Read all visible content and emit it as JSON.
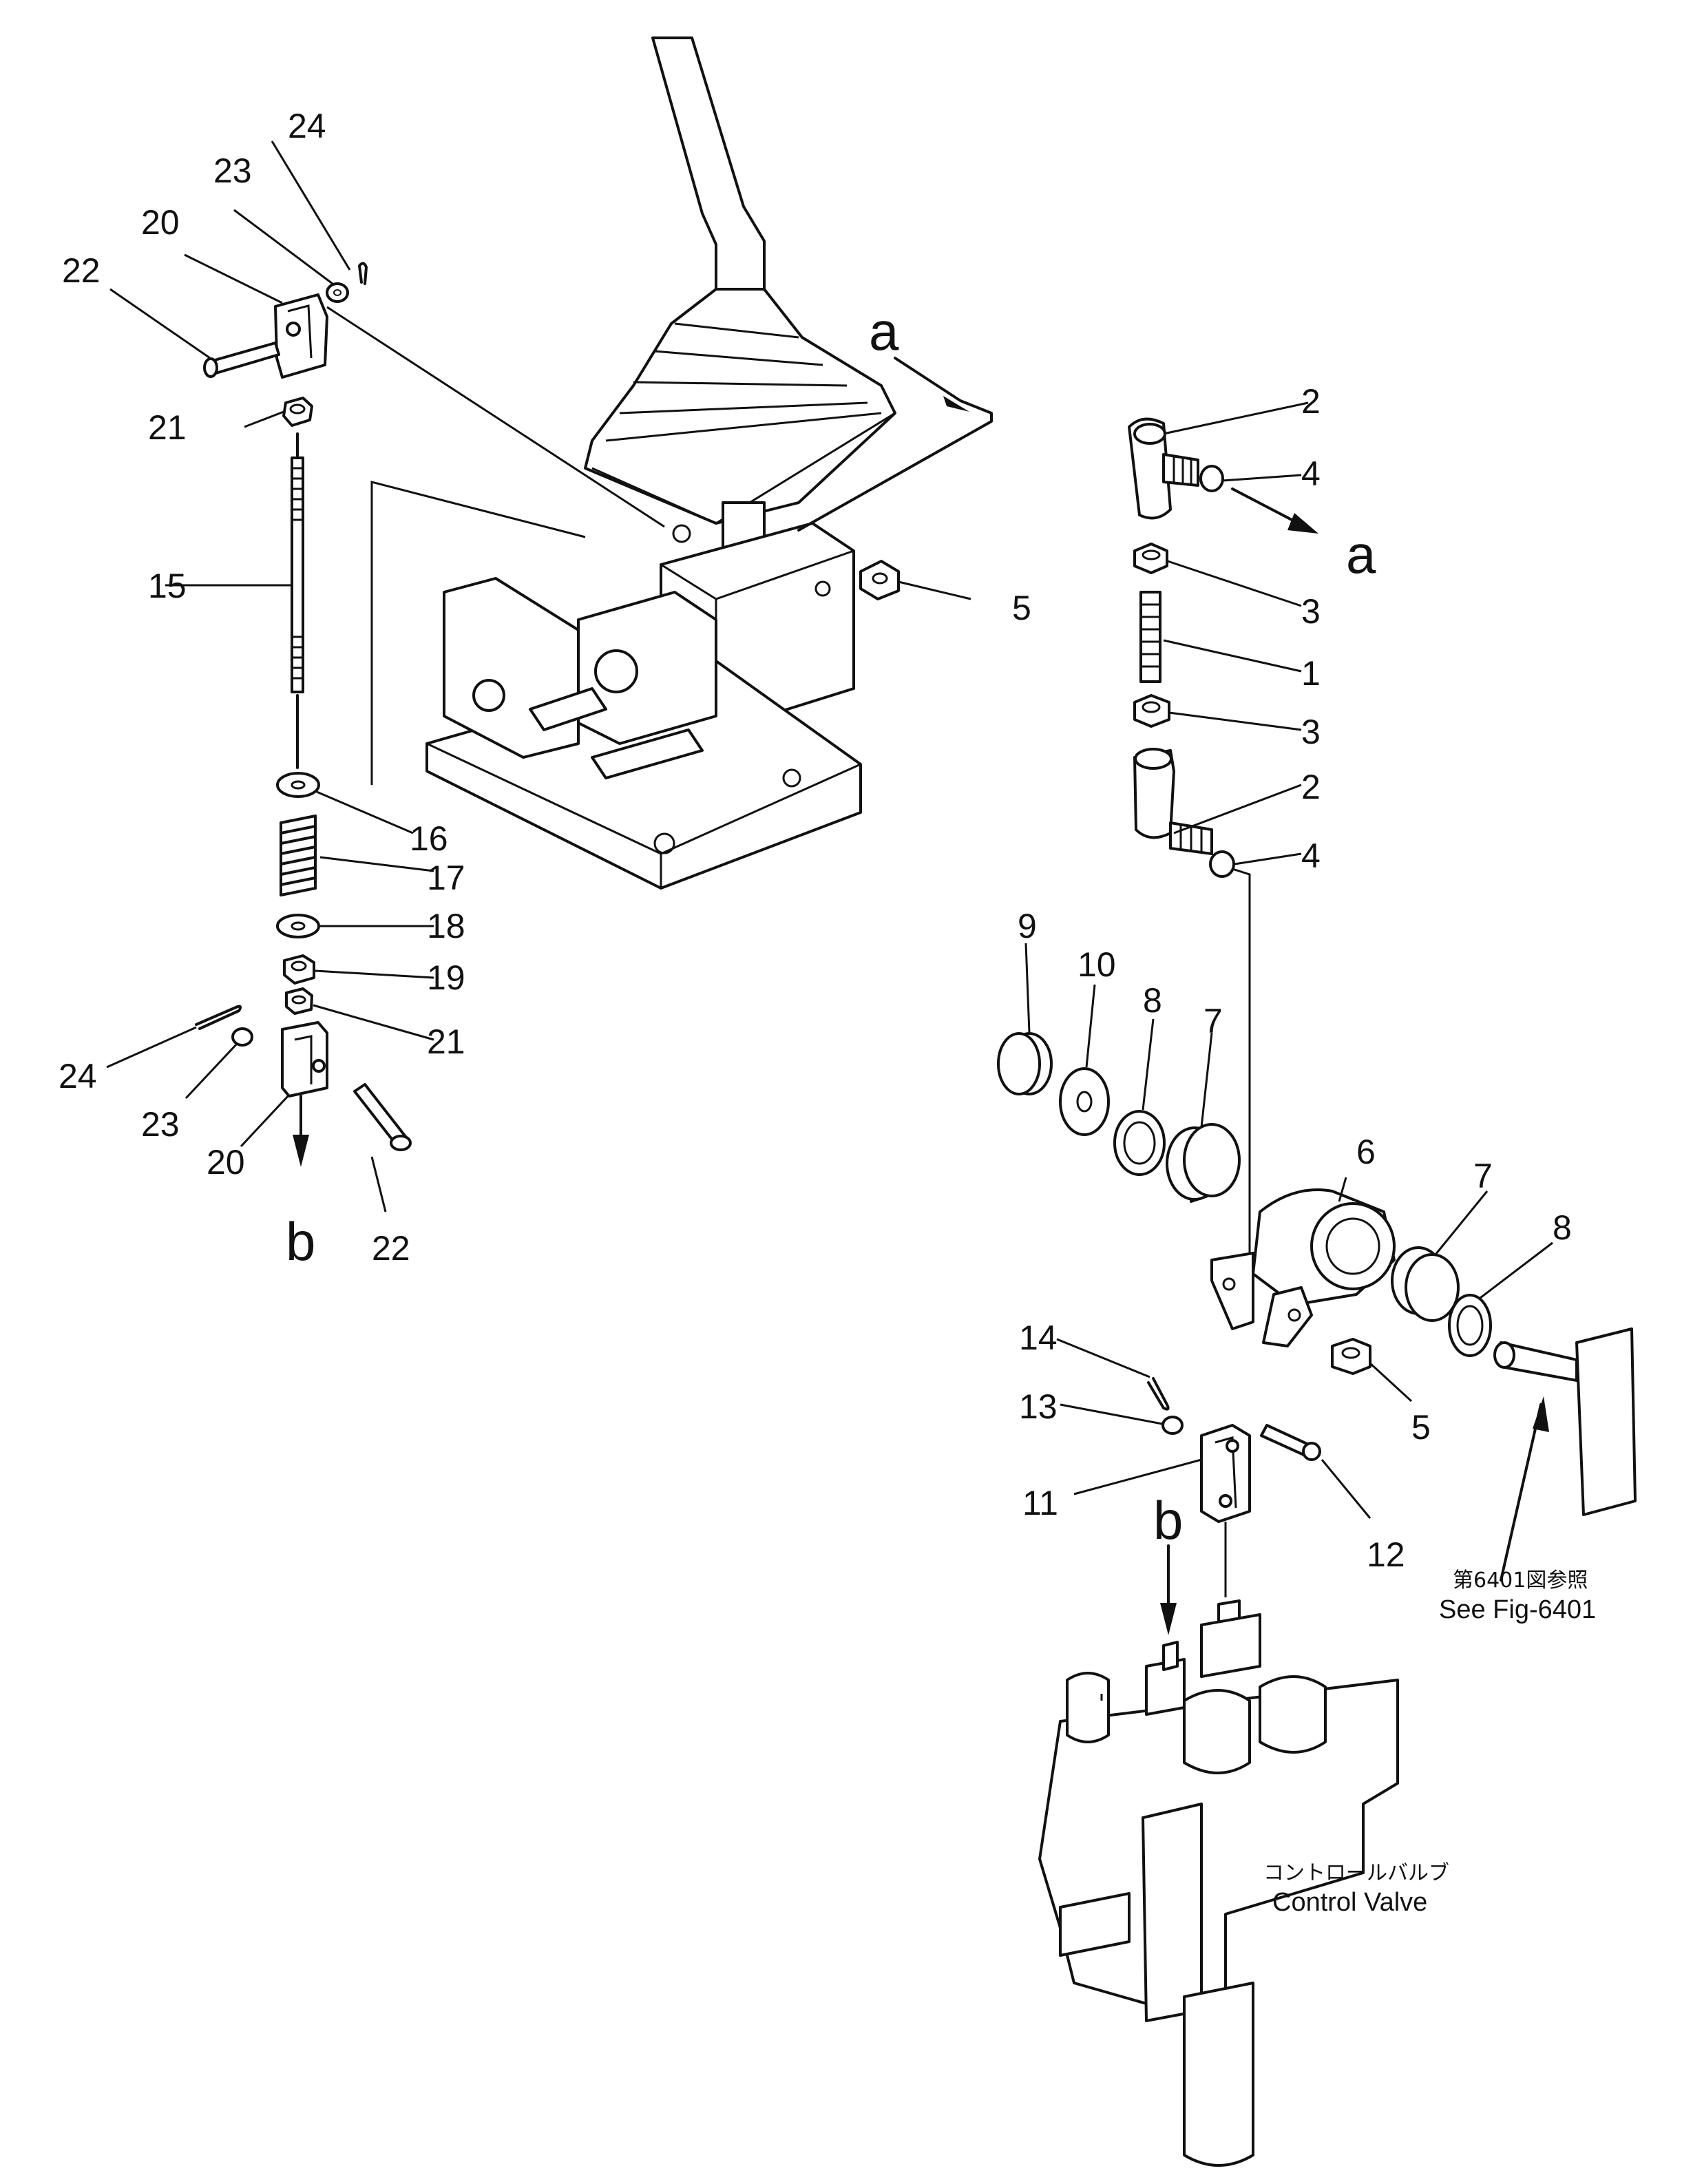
{
  "callouts": {
    "c1": "1",
    "c2a": "2",
    "c2b": "2",
    "c3a": "3",
    "c3b": "3",
    "c4a": "4",
    "c4b": "4",
    "c5a": "5",
    "c5b": "5",
    "c6": "6",
    "c7a": "7",
    "c7b": "7",
    "c8a": "8",
    "c8b": "8",
    "c9": "9",
    "c10": "10",
    "c11": "11",
    "c12": "12",
    "c13": "13",
    "c14": "14",
    "c15": "15",
    "c16": "16",
    "c17": "17",
    "c18": "18",
    "c19": "19",
    "c20a": "20",
    "c20b": "20",
    "c21a": "21",
    "c21b": "21",
    "c22a": "22",
    "c22b": "22",
    "c23a": "23",
    "c23b": "23",
    "c24a": "24",
    "c24b": "24"
  },
  "refs": {
    "a_top": "a",
    "a_right": "a",
    "b_left": "b",
    "b_right": "b"
  },
  "notes": {
    "fig_ref_jp": "第6401図参照",
    "fig_ref_en": "See Fig-6401",
    "valve_jp": "コントロールバルブ",
    "valve_en": "Control Valve"
  }
}
